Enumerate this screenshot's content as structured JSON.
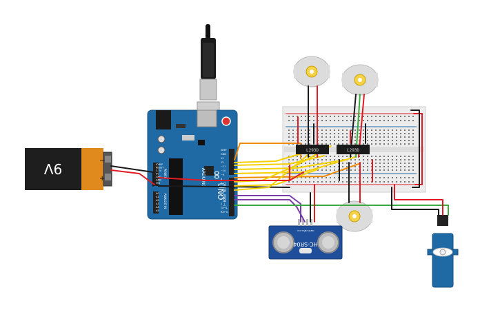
{
  "battery": {
    "label": "9V",
    "minus": "−",
    "plus": "+"
  },
  "arduino": {
    "logo": "∞",
    "brand": "ARDUINO",
    "model": "UNO",
    "digital_label": "DIGITAL (PWM ~)",
    "analog_label": "ANALOG IN",
    "power_label": "POWER",
    "power_pins": [
      "IOREF",
      "RESET",
      "3.3V",
      "5V",
      "GND",
      "GND",
      "VIN"
    ],
    "analog_pins": [
      "A0",
      "A1",
      "A2",
      "A3",
      "A4",
      "A5"
    ],
    "digital_pins": [
      "AREF",
      "GND",
      "13",
      "12",
      "~11",
      "~10",
      "~9",
      "8",
      "7",
      "~6",
      "~5",
      "4",
      "~3",
      "2",
      "TX→1",
      "RX←0"
    ]
  },
  "ic1": {
    "label": "L293D"
  },
  "ic2": {
    "label": "L293D"
  },
  "sensor": {
    "label": "HC-SR04",
    "pins": [
      "VCC",
      "Trig",
      "Echo",
      "GND"
    ]
  },
  "colors": {
    "board_blue": "#1f6aa5",
    "wire_red": "#e01b24",
    "wire_black": "#1a1a1a",
    "wire_yellow": "#f5d000",
    "wire_orange": "#f08a00",
    "wire_purple": "#7a3da8",
    "wire_green": "#3caa3c",
    "breadboard": "#ececec"
  }
}
